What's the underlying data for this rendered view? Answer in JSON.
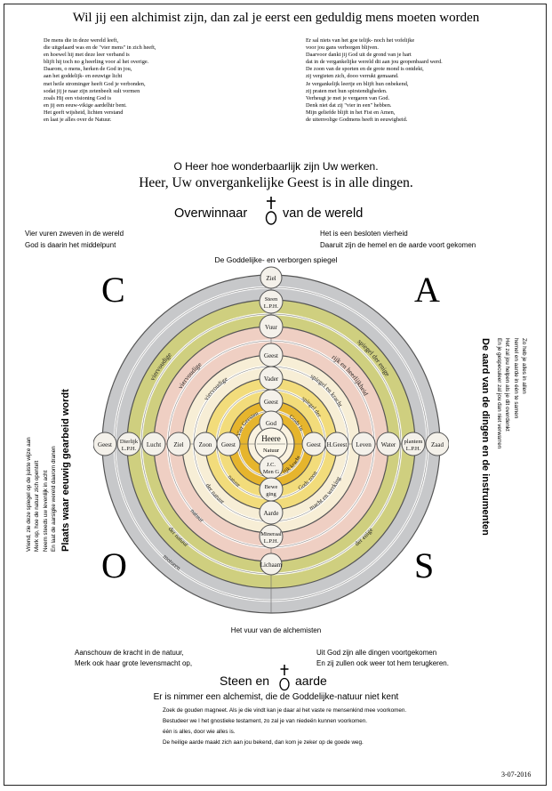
{
  "title": "Wil jij een alchimist zijn, dan zal je eerst een geduldig mens moeten worden",
  "poem_left": [
    "De mens die in deze wereld leeft,",
    "die uitgelaard was en de \"vier mens\" in zich heeft,",
    "en hoewel hij met deze leer verband is",
    "blijft hij toch no g heerling voor al het overige.",
    "Daarom, o mens, herken de God in jou,",
    "aan het goddelijk- en eeuwige licht",
    "met heile strominger heeft God je verbonden,",
    "sodat jij je naar zijn zetenbeelt sult vormen",
    "zoals Hij een visioning God is",
    "en jij een eeuw-vikige aardelhir bent.",
    "Het geeft wijsheid, lichten verstand",
    " en laat je alles over de Natuur."
  ],
  "poem_right": [
    "Er sal niets van het goe telijk- noch het vofelijke",
    "voor jou gans verborgen blijven.",
    "Daarvoor dankt jij God uit de grond van je hart",
    "dat in de vergankelijke wereld dit aan jou geopenbaard werd.",
    "De zoon van de sporten en de grote mond is ontdekt,",
    "zij vergieten zich, dooo verrukt gemaand.",
    "Je vergankelijk leertje en blijft hun onbekend,",
    "zij praten met hun spirstendigheden.",
    "Verheugt je met je vergaren van God.",
    "Denk niet dat zij \"vier in een\" hebben.",
    "Mijn geliefde blijft in het Fist en Amen,",
    "de uitenvolige Godmens heeft in eeuwigheid."
  ],
  "prayer1": "O Heer hoe wonderbaarlijk zijn Uw werken.",
  "prayer2": "Heer, Uw onvergankelijke Geest is in alle dingen.",
  "overwinnaar_left": "Overwinnaar",
  "overwinnaar_right": "van de wereld",
  "line_left_1": "Vier vuren zweven in de wereld",
  "line_left_2": "God is daarin het middelpunt",
  "line_right_1": "Het is een besloten vierheid",
  "line_right_2": "Daaruit zijn de hemel en de aarde voort gekomen",
  "spiegel_title": "De Goddelijke- en verborgen spiegel",
  "corner_letters": {
    "tl": "C",
    "tr": "A",
    "bl": "O",
    "br": "S"
  },
  "left_side_bold": "Plaats waar eeuwig gearbeid wordt",
  "left_side_lines": [
    "Vriend, zie deze spiegel op de juiste wijze aan",
    "Merk op, hoe de natuur zich opentelt",
    "Neem steeds uw levenlijk in acht",
    "En laat de aarsigke wereld daarom dranen"
  ],
  "right_side_bold": "De aard van de dingen en de instrumenten",
  "right_side_lines": [
    "Zo heb je alles in allen",
    "hemel en aarde in één te samen",
    "Het zal jou helpen als je dit overdenkt",
    "En je gespeculeer zal jou dan niet verwarren"
  ],
  "circle": {
    "vertical": [
      "Ziel",
      "Steen\nL.P.H.",
      "Vuur",
      "Geest",
      "Vader",
      "Geest",
      "God",
      "Heere\nNatuur",
      "J.C.\nMen G",
      "Bewe\nging",
      "Aarde",
      "Mineraal\nL.P.H.",
      "Lichaam"
    ],
    "horizontal_left": [
      "Geest",
      "Dierlijk\nL.P.H.",
      "Lucht",
      "Ziel",
      "Zoon",
      "Geest"
    ],
    "horizontal_right": [
      "Geest",
      "H.Geest",
      "Leven",
      "Water",
      "plantem\nL.P.H.",
      "Zaad"
    ],
    "ring_texts": [
      "viervoudige",
      "viervoudige",
      "viervoudige",
      "spiegel der enige",
      "rijk en heerlijkheid",
      "spiegel en kracht",
      "spiegel der",
      "Gods in",
      "Vier Geesten",
      "natuur",
      "natuur",
      "der natuur",
      "Gods zoon",
      "macht en werking",
      "der enige",
      "der natuur",
      "motoren",
      "rijk kracht"
    ]
  },
  "vuur_caption": "Het vuur van de alchemisten",
  "bottom_left_1": "Aanschouw de kracht in de natuur,",
  "bottom_left_2": "Merk ook haar grote levensmacht op,",
  "bottom_right_1": "Uit God zijn alle dingen voortgekomen",
  "bottom_right_2": "En zij zullen ook weer tot hem terugkeren.",
  "steen_left": "Steen en",
  "steen_right": "aarde",
  "nimmer": "Er is nimmer een alchemist, die de Goddelijke-natuur niet kent",
  "final_lines": [
    "Zoek de gouden magneet. Als je die vindt kan je daar al het vaste re mensenkind mee voorkomen.",
    "Bestudeer we l het gnostieke testament, zo zal je van niedeën kunnen voorkomen.",
    "één is alles, door wie alles is.",
    "De heilige aarde maakt zich aan jou bekend, dan kom je zeker op de goede weg."
  ],
  "date": "3-07-2016",
  "colors": {
    "outer_ring": "#c7c8ca",
    "olive_ring": "#cfcf7f",
    "pink_ring": "#efcfc3",
    "yellow_ring": "#f2dc7b",
    "gold_center": "#e6b52d",
    "center": "#faf2df"
  }
}
